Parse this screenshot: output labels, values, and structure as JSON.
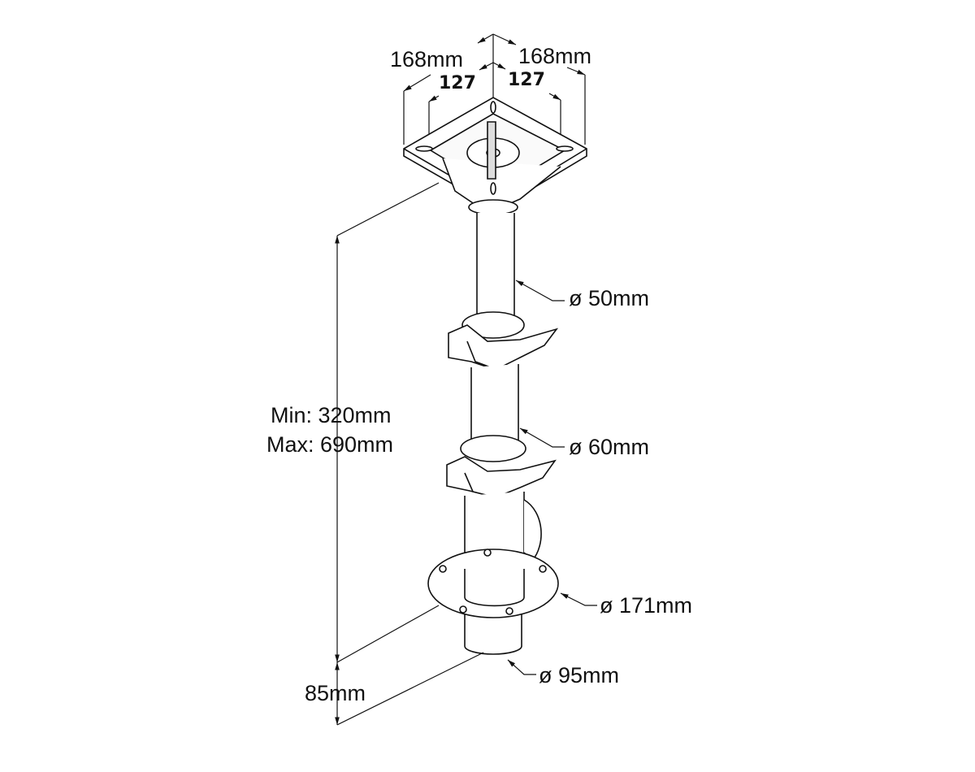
{
  "title": "Telescopic table pedestal dimensions",
  "labels": {
    "top_left_outer": "168mm",
    "top_right_outer": "168mm",
    "top_left_inner": "127",
    "top_right_inner": "127",
    "upper_tube": "ø 50mm",
    "middle_tube": "ø 60mm",
    "flange": "ø 171mm",
    "cup": "ø 95mm",
    "height_min": "Min: 320mm",
    "height_max": "Max: 690mm",
    "base_depth": "85mm"
  }
}
